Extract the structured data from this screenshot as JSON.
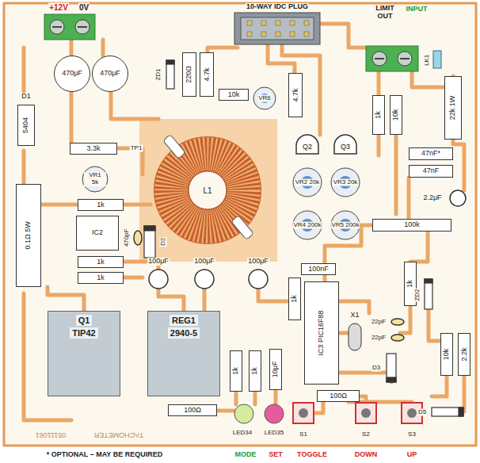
{
  "diagram": {
    "nodes": [
      {
        "text": [
          "470μF"
        ]
      },
      {
        "text": [
          "470μF"
        ]
      },
      {
        "text": [
          "5404"
        ]
      },
      {
        "text": [
          "220Ω"
        ]
      },
      {
        "text": [
          "4.7k"
        ]
      },
      {
        "text": [
          "10k"
        ]
      },
      {
        "text": [
          "4.7k"
        ]
      },
      {
        "text": [
          "1k"
        ]
      },
      {
        "text": [
          "10k"
        ]
      },
      {
        "text": [
          "22k 1W"
        ]
      },
      {
        "text": [
          "3.3k"
        ]
      },
      {
        "text": [
          "1k"
        ]
      },
      {
        "text": [
          "IC2"
        ]
      },
      {
        "text": [
          "1k"
        ]
      },
      {
        "text": [
          "1k"
        ]
      },
      {
        "text": [
          "0.1Ω 5W"
        ]
      },
      {
        "text": [
          "47nF*"
        ]
      },
      {
        "text": [
          "47nF"
        ]
      },
      {
        "text": [
          "100k"
        ]
      },
      {
        "text": [
          "100nF"
        ]
      },
      {
        "text": [
          "1k"
        ]
      },
      {
        "text": [
          "IC3 PIC16F88"
        ]
      },
      {
        "text": [
          "1k"
        ]
      },
      {
        "text": [
          "Q1",
          "TIP42"
        ]
      },
      {
        "text": [
          "REG1",
          "2940-5"
        ]
      },
      {
        "text": [
          "100Ω"
        ]
      },
      {
        "text": [
          "1k"
        ]
      },
      {
        "text": [
          "1k"
        ]
      },
      {
        "text": [
          "10μF"
        ]
      },
      {
        "text": [
          "100Ω"
        ]
      },
      {
        "text": [
          "10k"
        ]
      },
      {
        "text": [
          "2.2k"
        ]
      }
    ],
    "labels": [
      "+12V",
      "0V",
      "10-WAY IDC PLUG",
      "LIMIT OUT",
      "INPUT",
      "LK1",
      "D1",
      "ZD1",
      "VR6",
      "TP1",
      "VR1 5k",
      "Q2",
      "Q3",
      "VR2 20k",
      "VR3 20k",
      "VR4 200k",
      "VR5 200k",
      "2.2μF",
      "L1",
      "470pF",
      "D2",
      "ZD2",
      "100μF",
      "100μF",
      "100μF",
      "X1",
      "22pF",
      "22pF",
      "D3",
      "D5",
      "LED34",
      "LED35",
      "S1",
      "S2",
      "S3",
      "MODE",
      "SET",
      "TOGGLE",
      "DOWN",
      "UP",
      "TACHOMETER",
      "05111061",
      "* OPTIONAL – MAY BE REQUIRED"
    ]
  }
}
